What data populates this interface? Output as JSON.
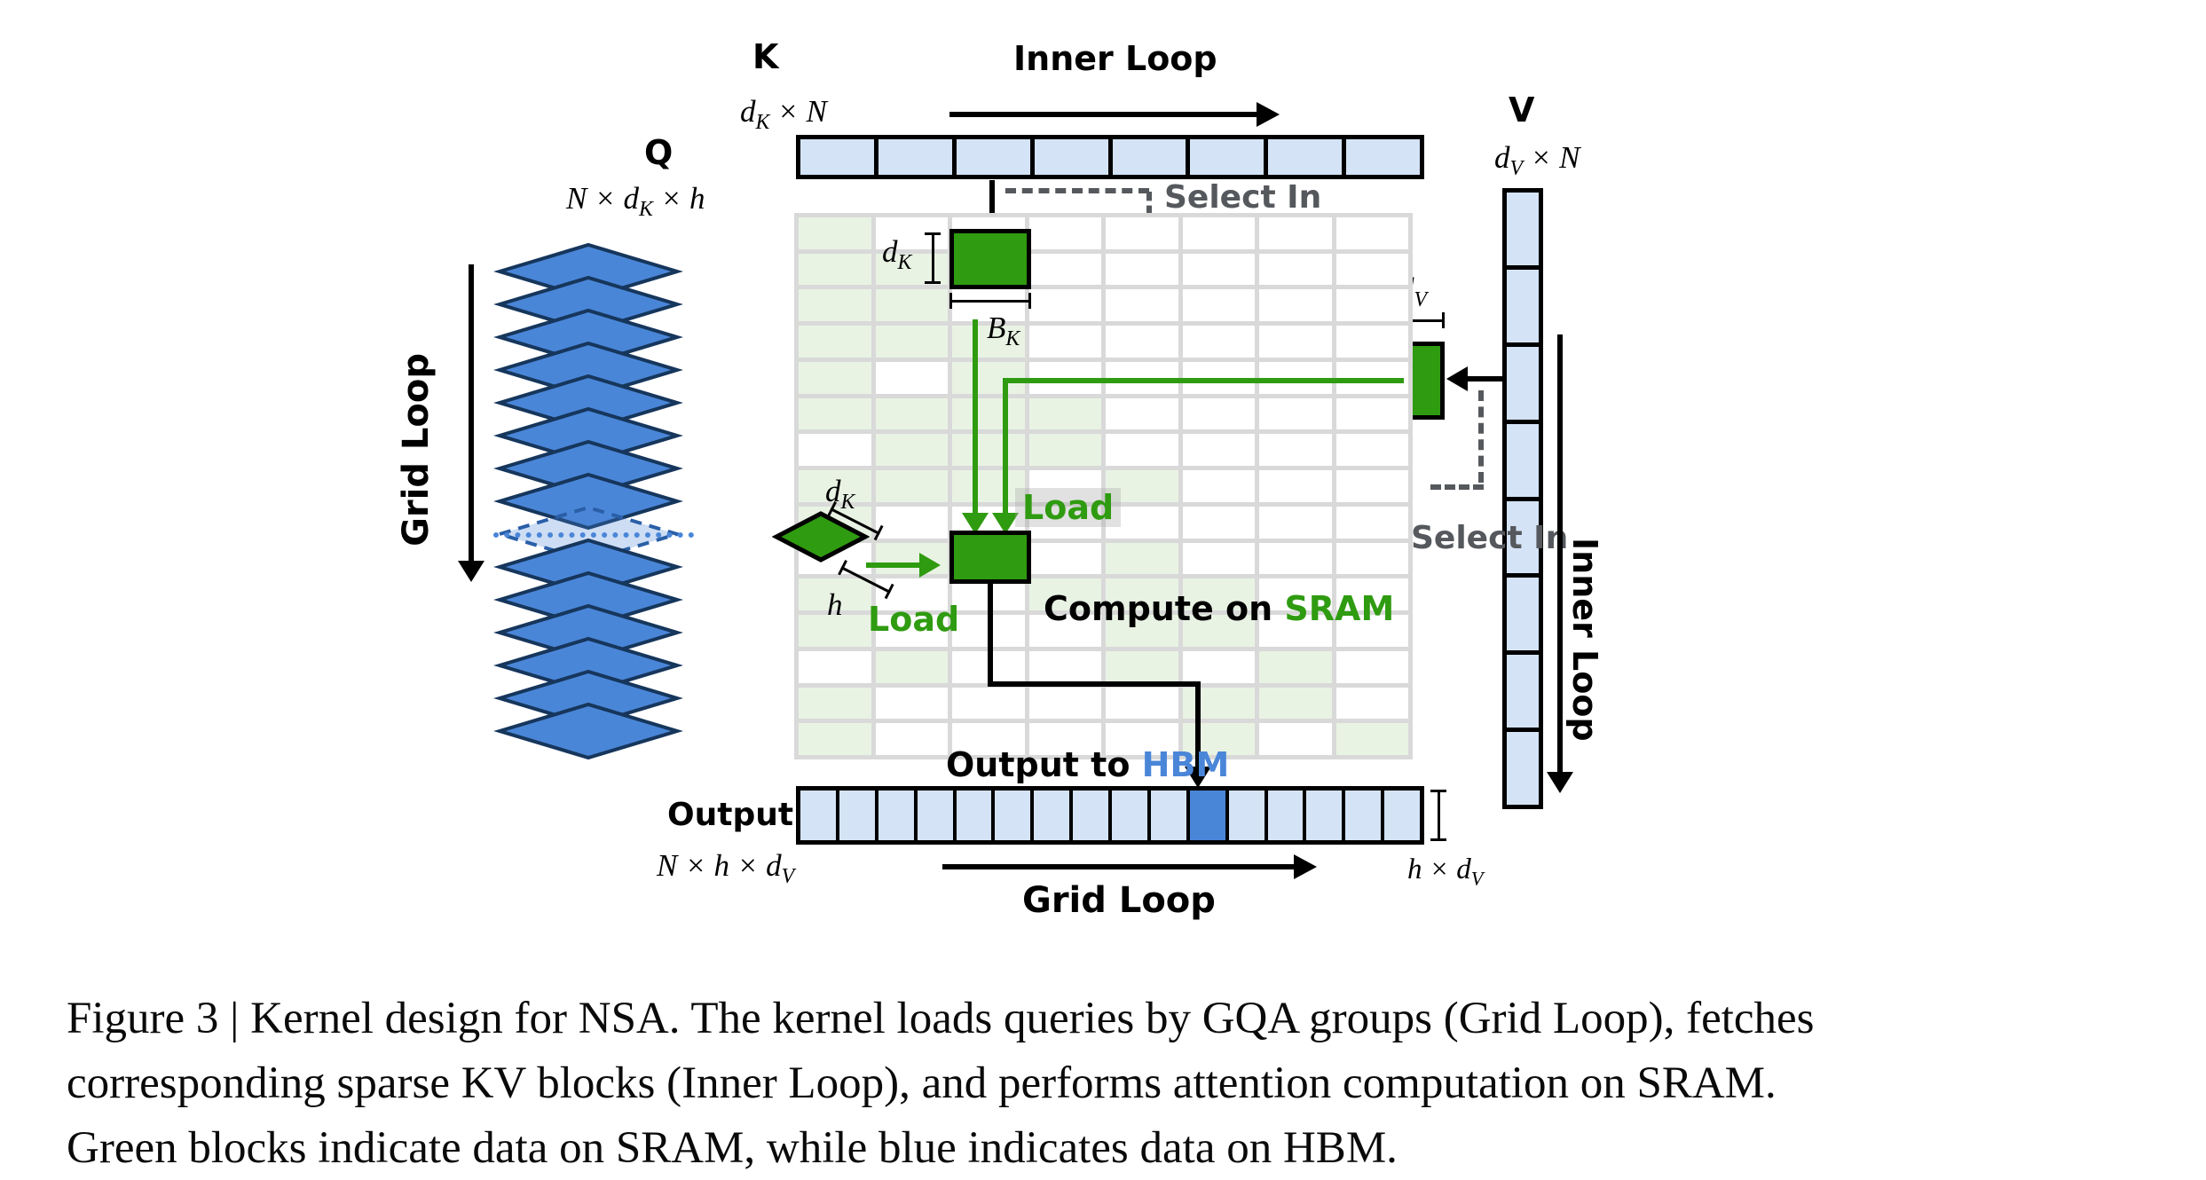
{
  "labels": {
    "k": "K",
    "v": "V",
    "q": "Q",
    "output": "Output",
    "inner_loop": "Inner Loop",
    "grid_loop": "Grid Loop",
    "select_in": "Select In",
    "load": "Load",
    "compute_on": "Compute on ",
    "sram": "SRAM",
    "output_to": "Output to ",
    "hbm": "HBM"
  },
  "math": {
    "d": "d",
    "B": "B",
    "sub_k": "K",
    "sub_v": "V",
    "h": "h",
    "times_N": " × N",
    "N_times": "N × ",
    "times_h": " × h",
    "N_h_times": "N × h × ",
    "h_times": "h × "
  },
  "k_row": {
    "cells": 8,
    "dims": "dK × N"
  },
  "v_col": {
    "cells": 8,
    "dims": "dV × N"
  },
  "output_row": {
    "cells": 16,
    "hbm_cell_index": 10,
    "dims": "N × h × dV",
    "tile_dims": "h × dV"
  },
  "q_stack": {
    "sheets": 15,
    "ghost_index": 8,
    "dims": "N × dK × h"
  },
  "grid": {
    "cols": 8,
    "rows": 15,
    "green_cells": [
      "10000000",
      "11000000",
      "11000000",
      "11100000",
      "10100000",
      "11110000",
      "01110000",
      "11101000",
      "10000000",
      "01101000",
      "10011100",
      "10001100",
      "01001010",
      "10000110",
      "10000101"
    ]
  },
  "colors": {
    "hbm_blue": "#4a86d8",
    "sheet_blue": "#4a86d8",
    "cell_blue": "#d4e3f6",
    "sram_green": "#2f9b10",
    "pale_green": "#e9f3e4",
    "grid_line": "#d9d9d9",
    "gray_label": "#55585c"
  },
  "caption": {
    "line1": "Figure 3 | Kernel design for NSA. The kernel loads queries by GQA groups (Grid Loop), fetches",
    "line2": "corresponding sparse KV blocks (Inner Loop), and performs attention computation on SRAM.",
    "line3": "Green blocks indicate data on SRAM, while blue indicates data on HBM."
  }
}
